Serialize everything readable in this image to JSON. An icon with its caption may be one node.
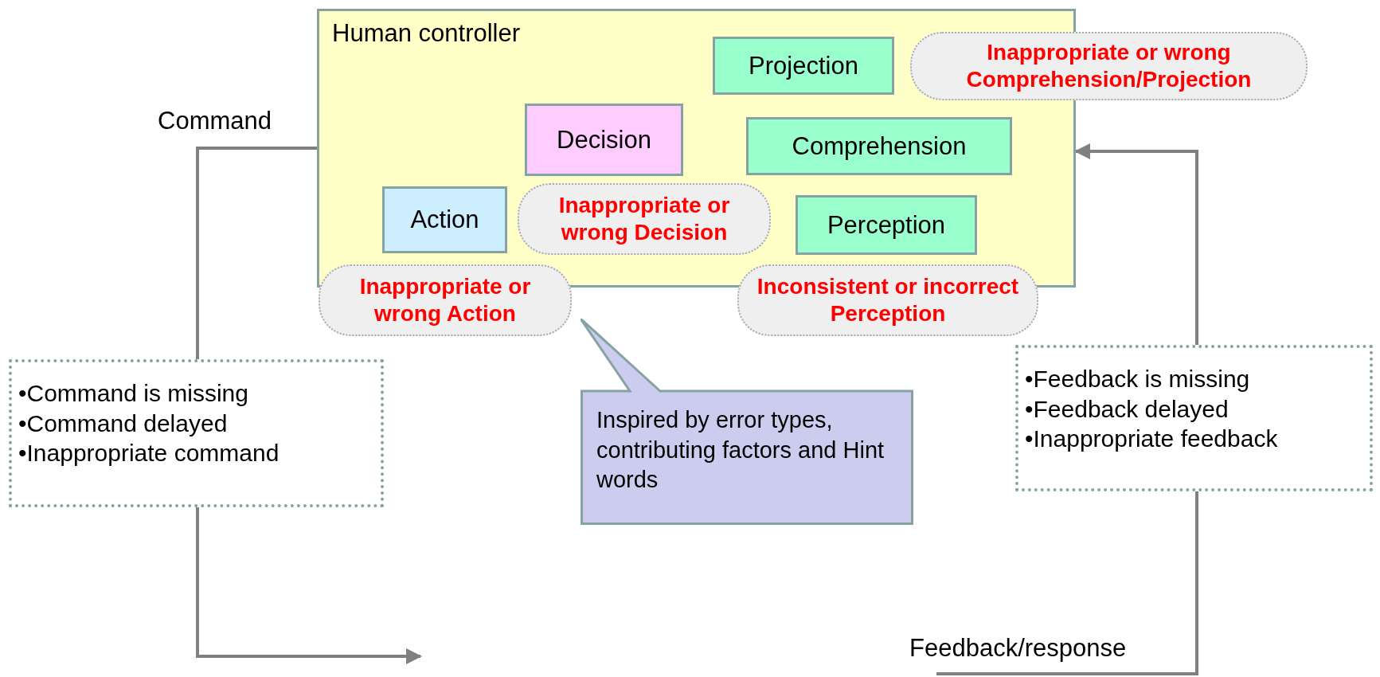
{
  "diagram": {
    "nodes": [
      {
        "text": [
          "Human controller"
        ]
      },
      {
        "text": [
          "Projection"
        ],
        "in": 0
      },
      {
        "text": [
          "Inappropriate or wrong Comprehension/Projection"
        ]
      },
      {
        "text": [
          "Decision"
        ],
        "in": 0
      },
      {
        "text": [
          "Comprehension"
        ],
        "in": 0
      },
      {
        "text": [
          "Action"
        ],
        "in": 0
      },
      {
        "text": [
          "Inappropriate or wrong Decision"
        ],
        "in": 0
      },
      {
        "text": [
          "Perception"
        ],
        "in": 0
      },
      {
        "text": [
          "Inappropriate or wrong Action"
        ]
      },
      {
        "text": [
          "Inconsistent or incorrect Perception"
        ]
      },
      {
        "text": [
          "•Command is missing",
          "•Command delayed",
          "•Inappropriate command"
        ]
      },
      {
        "text": [
          "Inspired by error types, contributing factors and Hint words"
        ]
      },
      {
        "text": [
          "•Feedback is missing",
          "•Feedback delayed",
          "•Inappropriate feedback"
        ]
      }
    ],
    "edges": [
      {
        "from": 0,
        "to": 10,
        "arrow": "none",
        "label": "Command"
      },
      {
        "from": 10,
        "to": null,
        "arrow": "to"
      },
      {
        "from": null,
        "to": 12,
        "arrow": "none",
        "label": "Feedback/response"
      },
      {
        "from": 12,
        "to": 0,
        "arrow": "to"
      }
    ]
  }
}
